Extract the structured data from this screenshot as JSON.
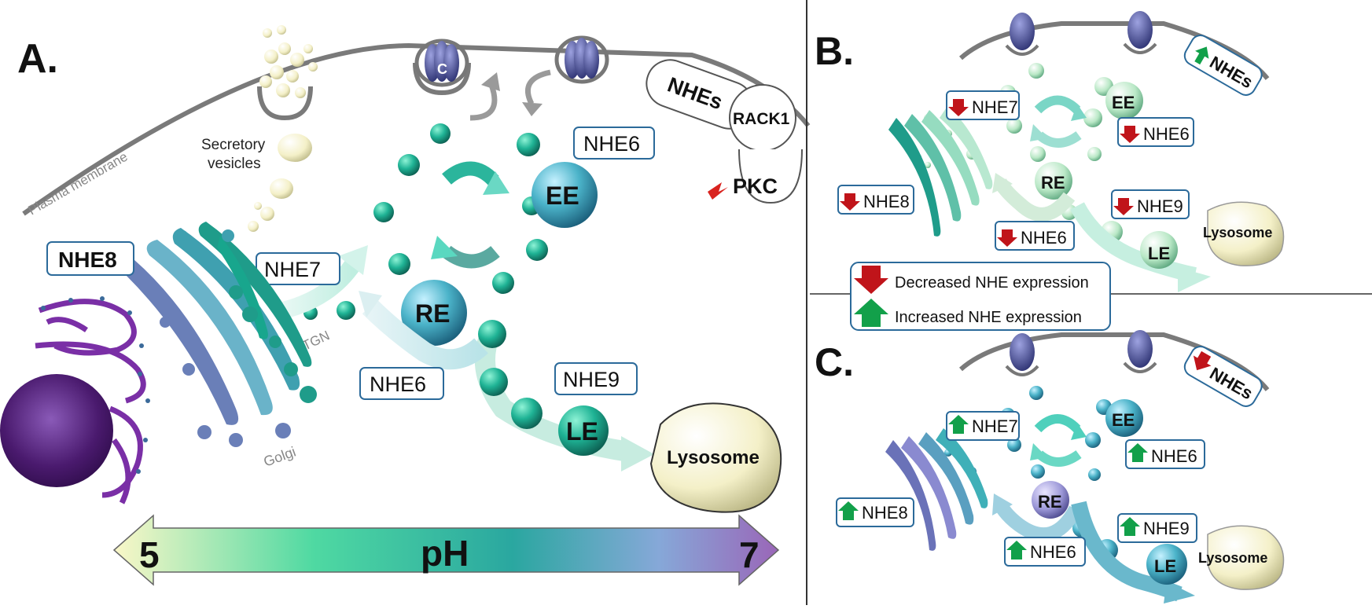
{
  "panels": {
    "a_label": "A.",
    "b_label": "B.",
    "c_label": "C."
  },
  "panel_a": {
    "plasma_membrane": "Plasma membrane",
    "secretory_vesicles_line1": "Secretory",
    "secretory_vesicles_line2": "vesicles",
    "golgi": "Golgi",
    "tgn": "TGN",
    "nhe8": "NHE8",
    "nhe7": "NHE7",
    "nhe6_endosome": "NHE6",
    "nhe6_re": "NHE6",
    "nhe9": "NHE9",
    "nhes": "NHEs",
    "rack1": "RACK1",
    "pkc": "PKC",
    "ee": "EE",
    "re": "RE",
    "le": "LE",
    "lysosome": "Lysosome"
  },
  "ph_bar": {
    "label": "pH",
    "min": "5",
    "max": "7"
  },
  "panel_b": {
    "nhe7": "NHE7",
    "nhe6_ee": "NHE6",
    "nhe8": "NHE8",
    "nhe9": "NHE9",
    "nhe6_re": "NHE6",
    "nhes": "NHEs",
    "ee": "EE",
    "re": "RE",
    "le": "LE",
    "lysosome": "Lysosome"
  },
  "legend": {
    "decreased": "Decreased NHE expression",
    "increased": "Increased NHE expression"
  },
  "panel_c": {
    "nhe7": "NHE7",
    "nhe6_ee": "NHE6",
    "nhe8": "NHE8",
    "nhe9": "NHE9",
    "nhe6_re": "NHE6",
    "nhes": "NHEs",
    "ee": "EE",
    "re": "RE",
    "le": "LE",
    "lysosome": "Lysosome"
  },
  "colors": {
    "teal": "#1fa38a",
    "blue_endosome": "#4bb3c9",
    "decrease_arrow": "#c0141a",
    "increase_arrow": "#12a04a",
    "nucleus": "#4a1a6e",
    "golgi_purple": "#7a2fa6",
    "membrane": "#7a7a7a",
    "lysosome": "#f4f0c8"
  },
  "icons": [
    "down-arrow-icon",
    "up-arrow-icon",
    "cycle-arrows-icon",
    "channel-icon"
  ]
}
